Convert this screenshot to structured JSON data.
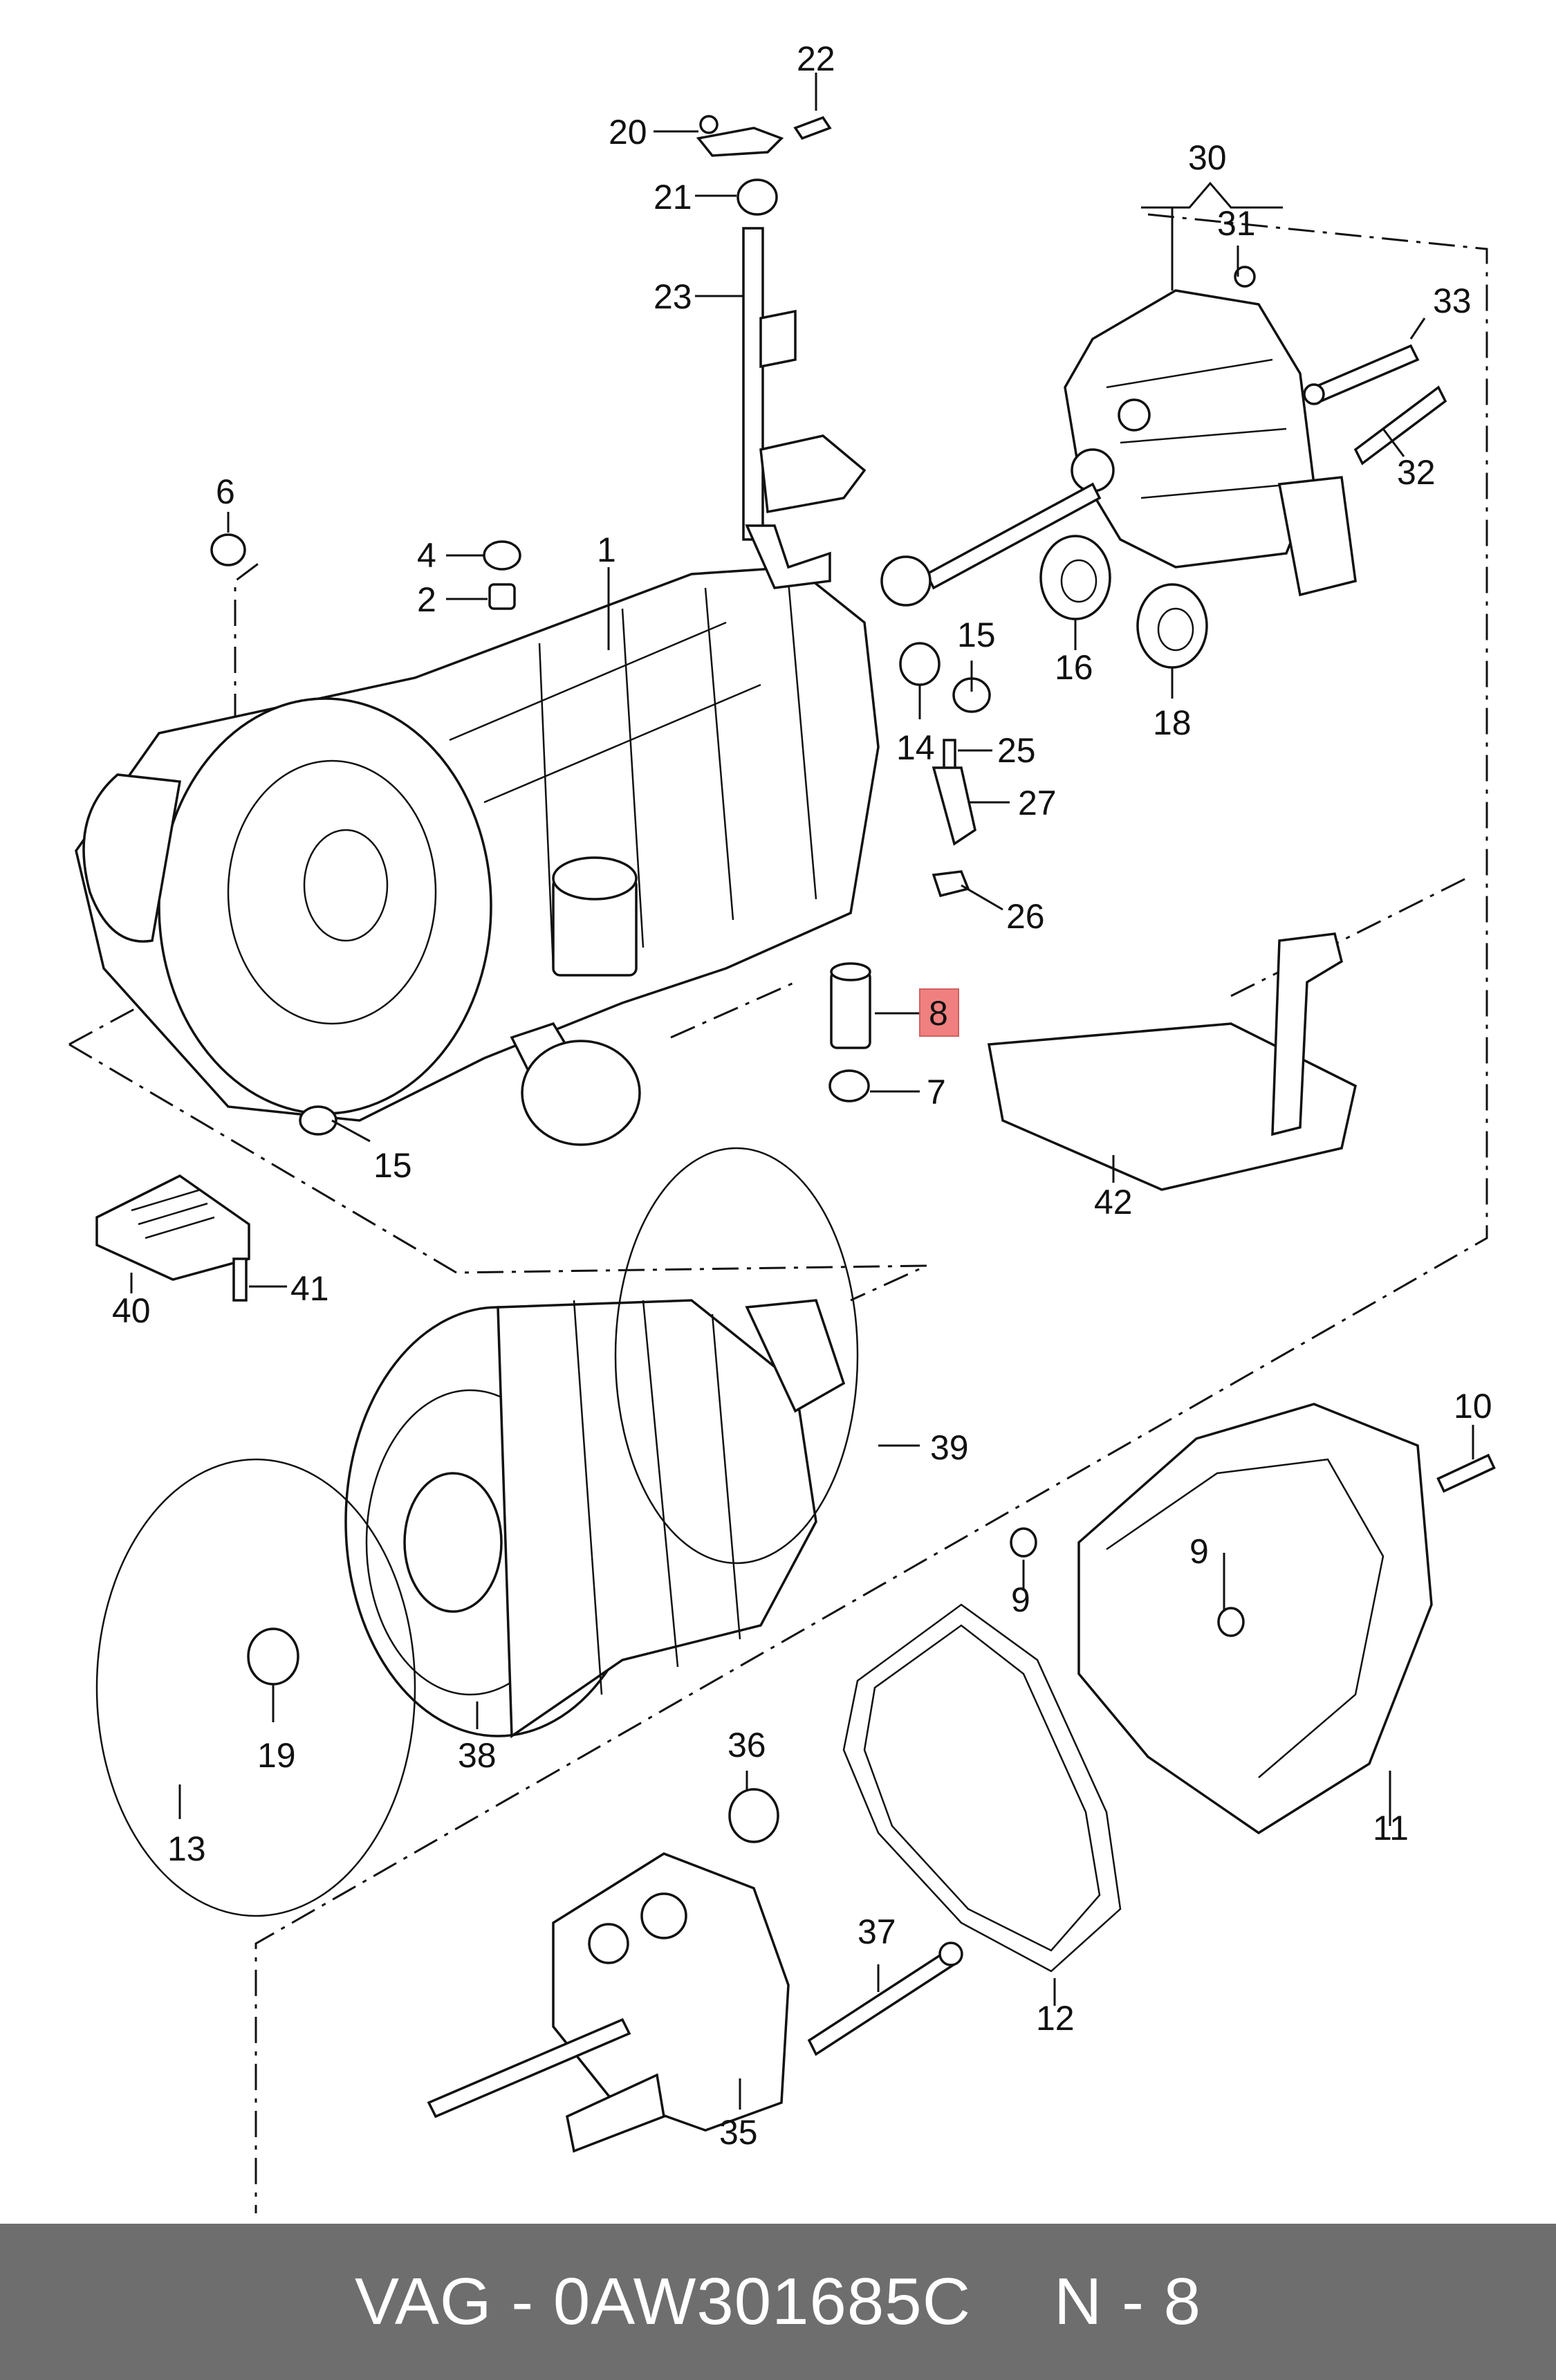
{
  "footer": {
    "brand": "VAG",
    "separator": "-",
    "part_number": "0AW301685C",
    "position_prefix": "N",
    "position_separator": "-",
    "position_number": "8"
  },
  "callouts": {
    "c1": "1",
    "c2": "2",
    "c4": "4",
    "c6": "6",
    "c7": "7",
    "c8": "8",
    "c9a": "9",
    "c9b": "9",
    "c10": "10",
    "c11": "11",
    "c12": "12",
    "c13": "13",
    "c14": "14",
    "c15a": "15",
    "c15b": "15",
    "c16": "16",
    "c18": "18",
    "c19": "19",
    "c20": "20",
    "c21": "21",
    "c22": "22",
    "c23": "23",
    "c25": "25",
    "c26": "26",
    "c27": "27",
    "c30": "30",
    "c31": "31",
    "c32": "32",
    "c33": "33",
    "c35": "35",
    "c36": "36",
    "c37": "37",
    "c38": "38",
    "c39": "39",
    "c40": "40",
    "c41": "41",
    "c42": "42"
  },
  "highlight": {
    "callout": "8",
    "color": "#f08080"
  }
}
